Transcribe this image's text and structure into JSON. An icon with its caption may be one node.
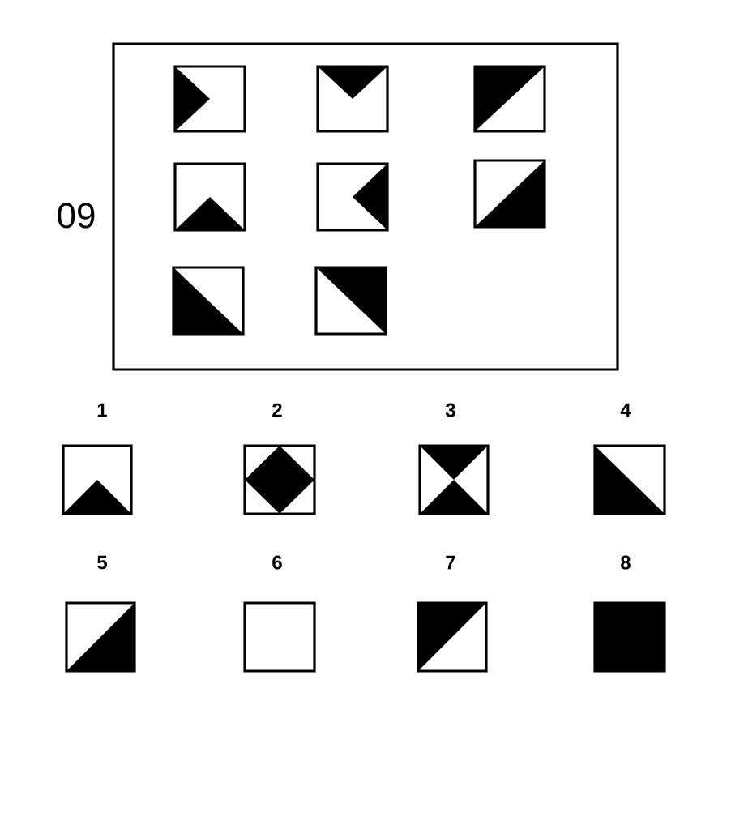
{
  "diagram": {
    "labels": [
      "09",
      "1",
      "2",
      "3",
      "4",
      "5",
      "6",
      "7",
      "8"
    ]
  }
}
